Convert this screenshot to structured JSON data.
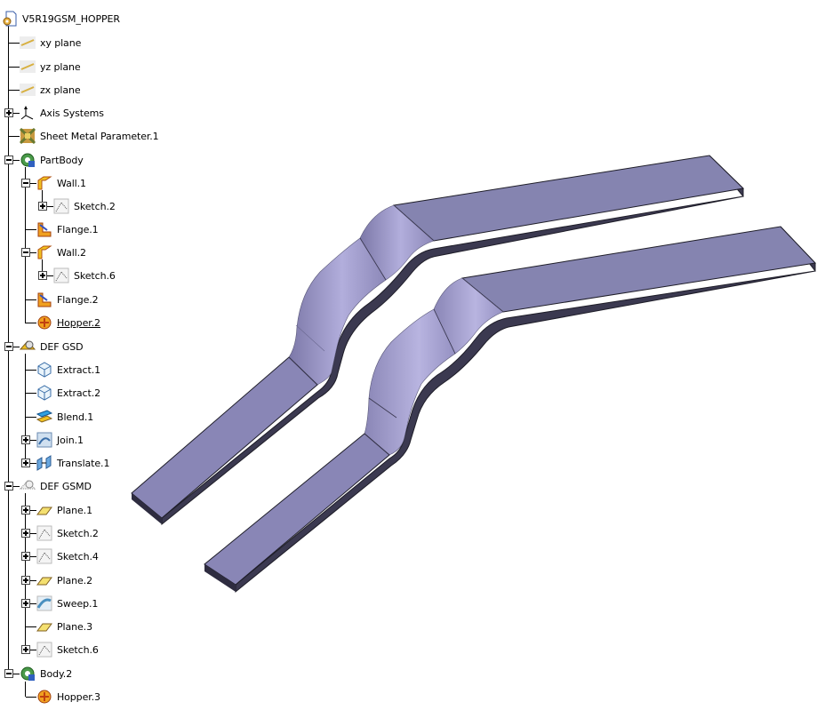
{
  "tree": {
    "root": "V5R19GSM_HOPPER",
    "nodes": [
      {
        "label": "xy plane",
        "icon": "plane-icon"
      },
      {
        "label": "yz plane",
        "icon": "plane-icon"
      },
      {
        "label": "zx plane",
        "icon": "plane-icon"
      },
      {
        "label": "Axis Systems",
        "icon": "axis-system-icon"
      },
      {
        "label": "Sheet Metal Parameter.1",
        "icon": "sheet-metal-parameter-icon"
      },
      {
        "label": "PartBody",
        "icon": "body-gear-icon"
      },
      {
        "label": "Wall.1",
        "icon": "wall-icon"
      },
      {
        "label": "Sketch.2",
        "icon": "sketch-icon"
      },
      {
        "label": "Flange.1",
        "icon": "flange-icon"
      },
      {
        "label": "Wall.2",
        "icon": "wall-icon"
      },
      {
        "label": "Sketch.6",
        "icon": "sketch-icon"
      },
      {
        "label": "Flange.2",
        "icon": "flange-icon"
      },
      {
        "label": "Hopper.2",
        "icon": "hopper-icon"
      },
      {
        "label": "DEF GSD",
        "icon": "geometrical-set-icon"
      },
      {
        "label": "Extract.1",
        "icon": "extract-icon"
      },
      {
        "label": "Extract.2",
        "icon": "extract-icon"
      },
      {
        "label": "Blend.1",
        "icon": "blend-icon"
      },
      {
        "label": "Join.1",
        "icon": "join-icon"
      },
      {
        "label": "Translate.1",
        "icon": "translate-icon"
      },
      {
        "label": "DEF GSMD",
        "icon": "geometrical-set-icon"
      },
      {
        "label": "Plane.1",
        "icon": "plane-feature-icon"
      },
      {
        "label": "Sketch.2",
        "icon": "sketch-icon"
      },
      {
        "label": "Sketch.4",
        "icon": "sketch-icon"
      },
      {
        "label": "Plane.2",
        "icon": "plane-feature-icon"
      },
      {
        "label": "Sweep.1",
        "icon": "sweep-icon"
      },
      {
        "label": "Plane.3",
        "icon": "plane-feature-icon"
      },
      {
        "label": "Sketch.6",
        "icon": "sketch-icon"
      },
      {
        "label": "Body.2",
        "icon": "body-gear-icon"
      },
      {
        "label": "Hopper.3",
        "icon": "hopper-icon"
      }
    ]
  },
  "colors": {
    "part_top": "#8a86b4",
    "part_top_light": "#a8a4d2",
    "part_side": "#3c3a52",
    "edge": "#1e1d28"
  }
}
